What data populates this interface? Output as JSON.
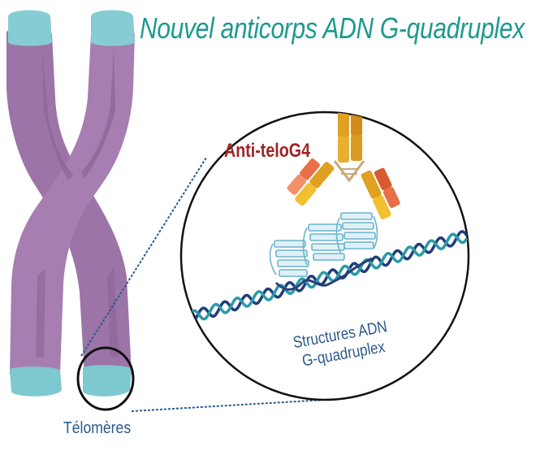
{
  "title": "Nouvel anticorps ADN G-quadruplex",
  "labels": {
    "telomeres": "Télomères",
    "antibody": "Anti-teloG4",
    "structures_line1": "Structures ADN",
    "structures_line2": "G-quadruplex"
  },
  "colors": {
    "chromosome": "#9c74a8",
    "chromosome_dark": "#7c5a8c",
    "telomere": "#7ec8cf",
    "title": "#1a9a8e",
    "antibody_label": "#a02424",
    "dna_strand_a": "#1f3d7a",
    "dna_strand_b": "#2b9aa8",
    "antibody_heavy": "#e0a020",
    "antibody_light": "#e87048"
  }
}
